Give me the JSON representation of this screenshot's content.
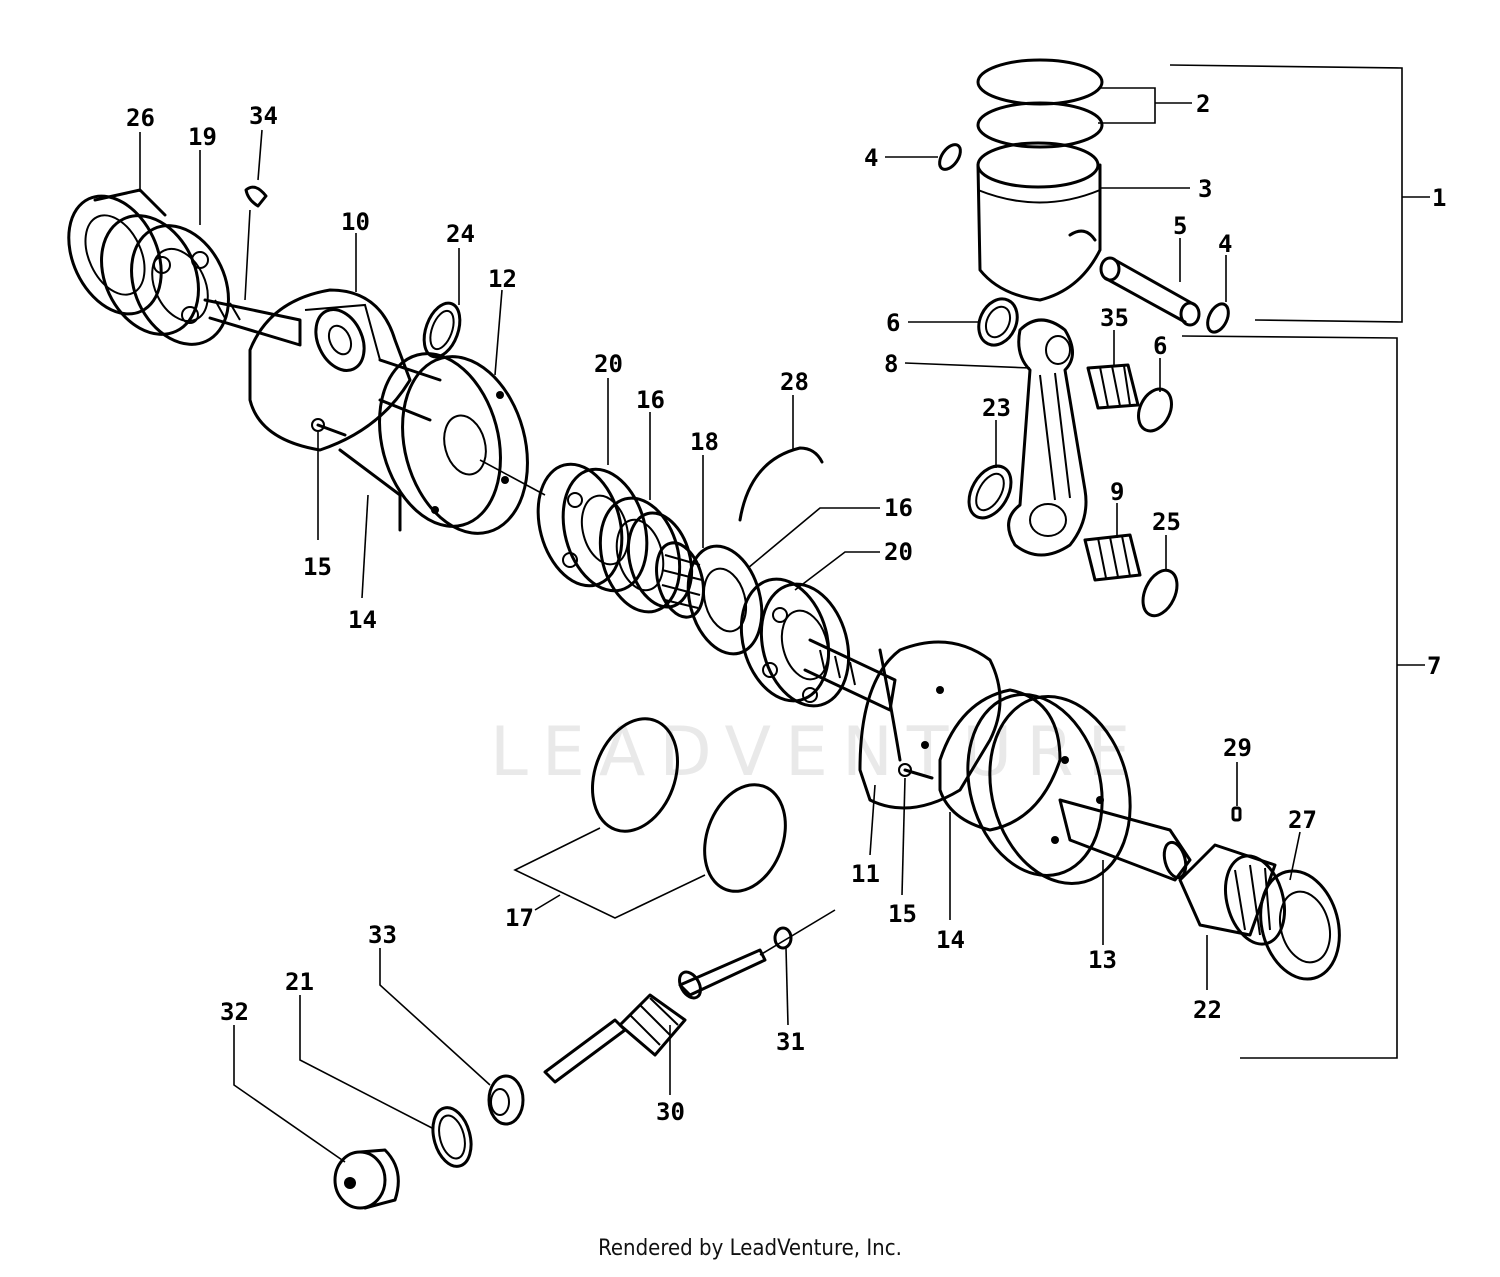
{
  "watermark": "LEADVENTURE",
  "footer": "Rendered by LeadVenture, Inc.",
  "callouts": [
    {
      "id": "c1",
      "text": "1"
    },
    {
      "id": "c2",
      "text": "2"
    },
    {
      "id": "c3",
      "text": "3"
    },
    {
      "id": "c4a",
      "text": "4"
    },
    {
      "id": "c4b",
      "text": "4"
    },
    {
      "id": "c5",
      "text": "5"
    },
    {
      "id": "c6a",
      "text": "6"
    },
    {
      "id": "c6b",
      "text": "6"
    },
    {
      "id": "c7",
      "text": "7"
    },
    {
      "id": "c8",
      "text": "8"
    },
    {
      "id": "c9",
      "text": "9"
    },
    {
      "id": "c10",
      "text": "10"
    },
    {
      "id": "c11",
      "text": "11"
    },
    {
      "id": "c12",
      "text": "12"
    },
    {
      "id": "c13",
      "text": "13"
    },
    {
      "id": "c14a",
      "text": "14"
    },
    {
      "id": "c14b",
      "text": "14"
    },
    {
      "id": "c15a",
      "text": "15"
    },
    {
      "id": "c15b",
      "text": "15"
    },
    {
      "id": "c16a",
      "text": "16"
    },
    {
      "id": "c16b",
      "text": "16"
    },
    {
      "id": "c17",
      "text": "17"
    },
    {
      "id": "c18",
      "text": "18"
    },
    {
      "id": "c19",
      "text": "19"
    },
    {
      "id": "c20a",
      "text": "20"
    },
    {
      "id": "c20b",
      "text": "20"
    },
    {
      "id": "c21",
      "text": "21"
    },
    {
      "id": "c22",
      "text": "22"
    },
    {
      "id": "c23",
      "text": "23"
    },
    {
      "id": "c24",
      "text": "24"
    },
    {
      "id": "c25",
      "text": "25"
    },
    {
      "id": "c26",
      "text": "26"
    },
    {
      "id": "c27",
      "text": "27"
    },
    {
      "id": "c28",
      "text": "28"
    },
    {
      "id": "c29",
      "text": "29"
    },
    {
      "id": "c30",
      "text": "30"
    },
    {
      "id": "c31",
      "text": "31"
    },
    {
      "id": "c32",
      "text": "32"
    },
    {
      "id": "c33",
      "text": "33"
    },
    {
      "id": "c34",
      "text": "34"
    },
    {
      "id": "c35",
      "text": "35"
    }
  ]
}
